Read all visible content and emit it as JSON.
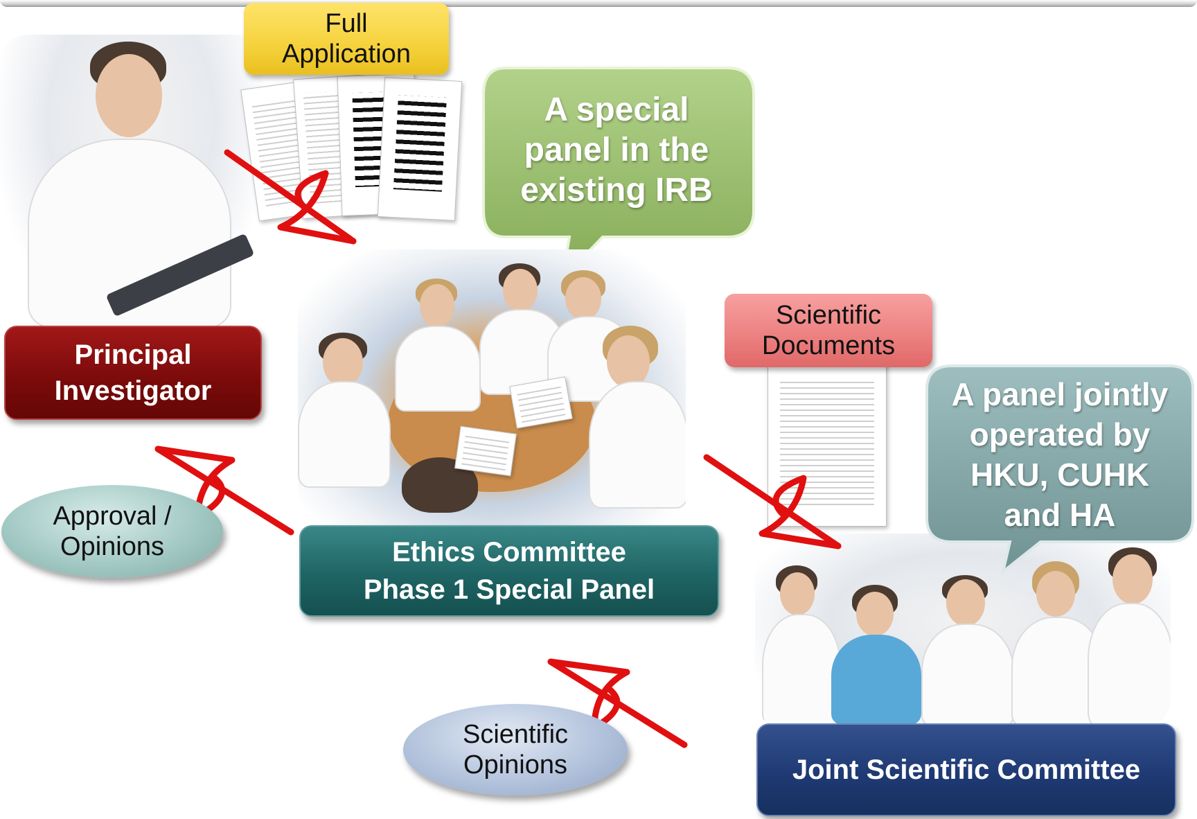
{
  "nodes": {
    "principal_investigator": [
      "Principal",
      "Investigator"
    ],
    "ethics_committee": [
      "Ethics Committee",
      "Phase 1 Special Panel"
    ],
    "joint_scientific_committee": "Joint Scientific Committee"
  },
  "documents": {
    "full_application": [
      "Full",
      "Application"
    ],
    "scientific_documents": [
      "Scientific",
      "Documents"
    ]
  },
  "feedback": {
    "approval_opinions": [
      "Approval /",
      "Opinions"
    ],
    "scientific_opinions": [
      "Scientific",
      "Opinions"
    ]
  },
  "callouts": {
    "special_panel": [
      "A special",
      "panel in the",
      "existing IRB"
    ],
    "joint_panel": [
      "A panel jointly",
      "operated by",
      "HKU, CUHK",
      "and HA"
    ]
  },
  "colors": {
    "pi_box": "#7d0b0b",
    "ethics_box": "#1f6464",
    "jsc_box": "#1f3a74",
    "full_application_tag": "#f5d23c",
    "scientific_documents_tag": "#ec7f7f",
    "approval_oval": "#a3c9c4",
    "scientific_oval": "#b3c3dc",
    "green_callout": "#95bb68",
    "grey_callout": "#82a3a3",
    "arrow": "#e01010"
  }
}
